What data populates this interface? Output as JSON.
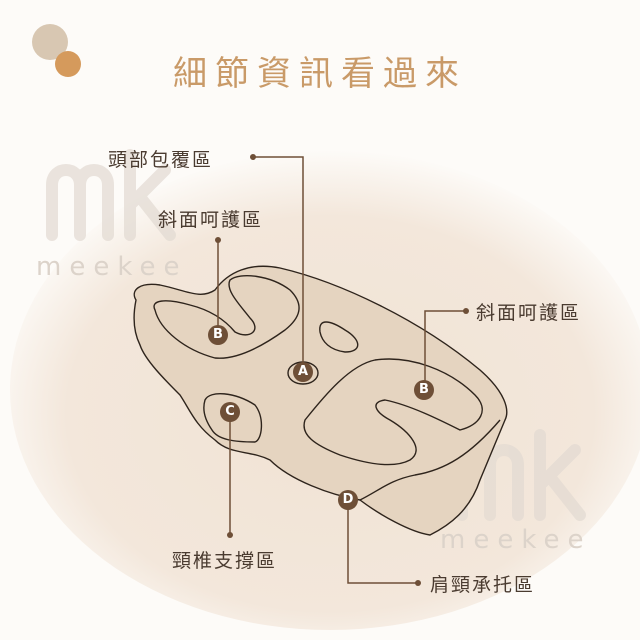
{
  "title": "細節資訊看過來",
  "watermark": "meekee",
  "watermark_logo": "mk",
  "labels": {
    "head_wrap": "頭部包覆區",
    "slope_left": "斜面呵護區",
    "slope_right": "斜面呵護區",
    "neck_support": "頸椎支撐區",
    "shoulder_support": "肩頸承托區"
  },
  "markers": {
    "a": "A",
    "b1": "B",
    "b2": "B",
    "c": "C",
    "d": "D"
  },
  "colors": {
    "accent": "#c99a68",
    "marker": "#6e4f37",
    "pillow": "#e5d4c0",
    "line": "#6e4f37"
  }
}
